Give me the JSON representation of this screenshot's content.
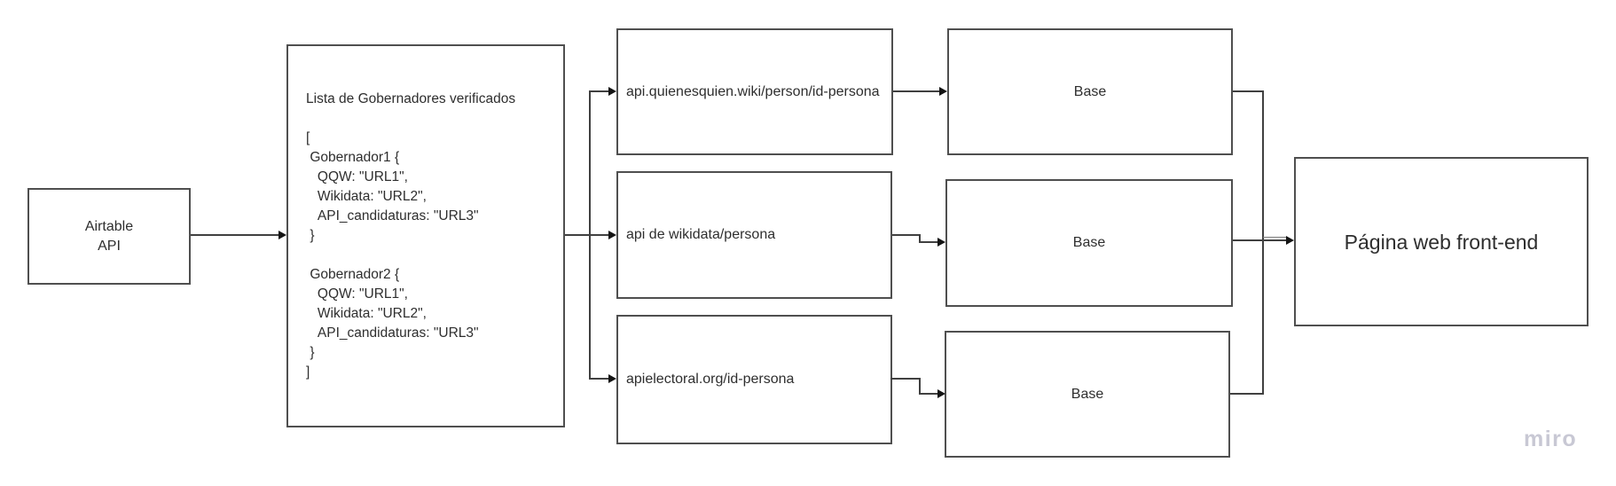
{
  "diagram": {
    "type": "flowchart",
    "nodes": {
      "airtable": {
        "label": "Airtable\nAPI"
      },
      "lista": {
        "text": "Lista de Gobernadores verificados\n\n[\n Gobernador1 {\n   QQW: \"URL1\",\n   Wikidata: \"URL2\",\n   API_candidaturas: \"URL3\"\n }\n\n Gobernador2 {\n   QQW: \"URL1\",\n   Wikidata: \"URL2\",\n   API_candidaturas: \"URL3\"\n }\n]"
      },
      "api_qqw": {
        "label": "api.quienesquien.wiki/person/id-persona"
      },
      "api_wikidata": {
        "label": "api de wikidata/persona"
      },
      "api_electoral": {
        "label": "apielectoral.org/id-persona"
      },
      "base_qqw": {
        "label": "Base"
      },
      "base_wikidata": {
        "label": "Base"
      },
      "base_electoral": {
        "label": "Base"
      },
      "frontend": {
        "label": "Página web front-end"
      }
    },
    "edges": [
      {
        "from": "airtable",
        "to": "lista"
      },
      {
        "from": "lista",
        "to": "api_qqw"
      },
      {
        "from": "lista",
        "to": "api_wikidata"
      },
      {
        "from": "lista",
        "to": "api_electoral"
      },
      {
        "from": "api_qqw",
        "to": "base_qqw"
      },
      {
        "from": "api_wikidata",
        "to": "base_wikidata"
      },
      {
        "from": "api_electoral",
        "to": "base_electoral"
      },
      {
        "from": "base_qqw",
        "to": "frontend"
      },
      {
        "from": "base_wikidata",
        "to": "frontend"
      },
      {
        "from": "base_electoral",
        "to": "frontend"
      }
    ],
    "colors": {
      "background": "#ffffff",
      "box_border": "#4f4f4f",
      "box_fill": "#ffffff",
      "connector": "#404040",
      "arrowhead": "#141414",
      "text": "#2e2e2e",
      "watermark": "#c8c8d4"
    }
  },
  "watermark": {
    "label": "miro"
  }
}
